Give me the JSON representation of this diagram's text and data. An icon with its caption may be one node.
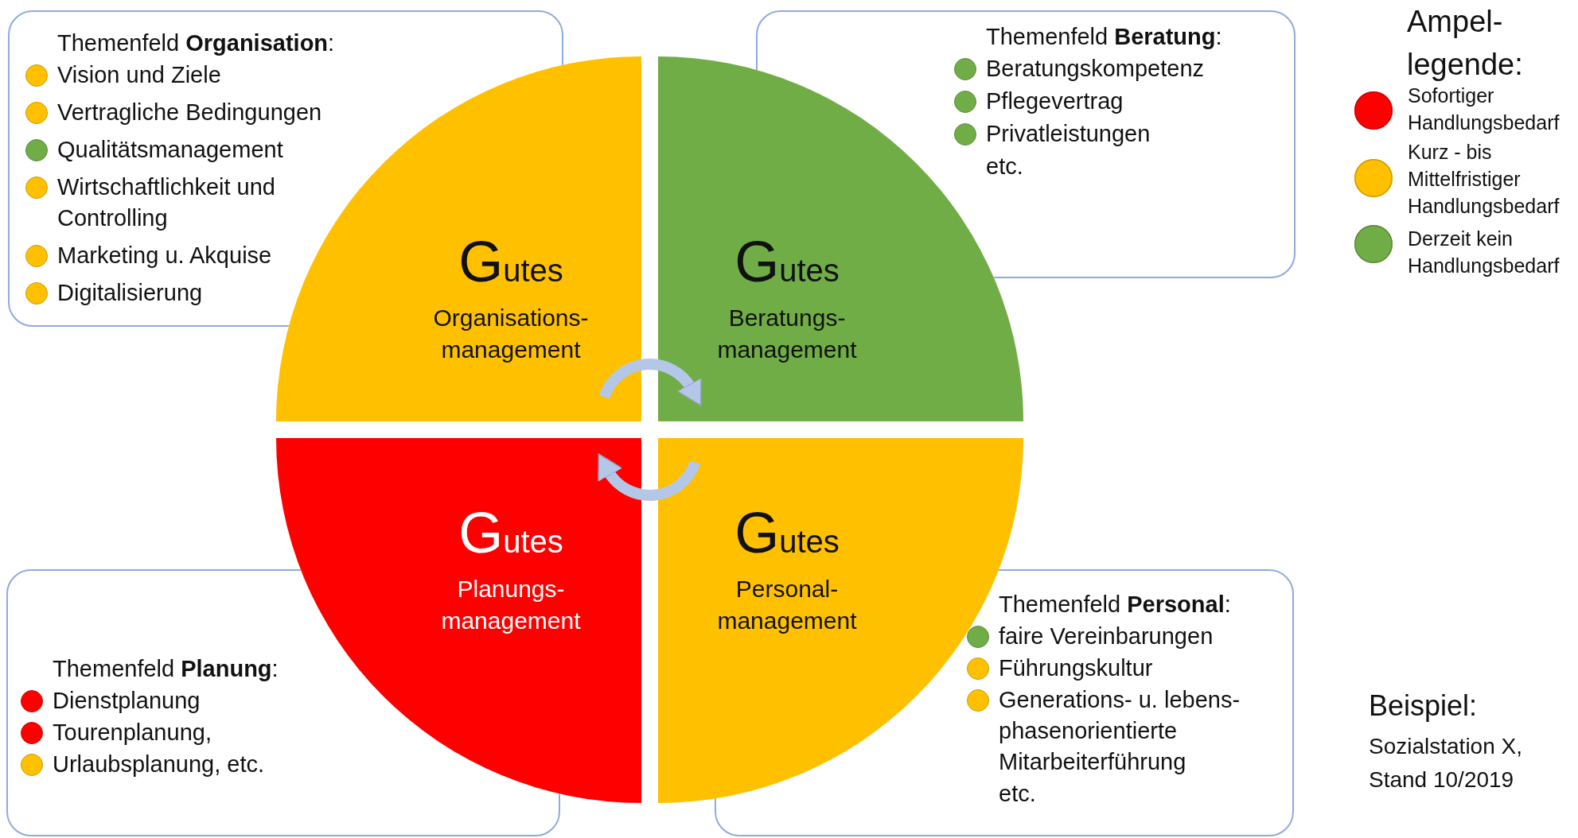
{
  "diagram": {
    "nodes": [
      {
        "text": [
          "Themenfeld **Organisation**:"
        ]
      },
      {
        "text": [
          "Vision und Ziele"
        ],
        "in": 0
      },
      {
        "text": [
          "Vertragliche Bedingungen"
        ],
        "in": 0
      },
      {
        "text": [
          "Qualitätsmanagement"
        ],
        "in": 0
      },
      {
        "text": [
          "Wirtschaftlichkeit und Controlling"
        ],
        "in": 0
      },
      {
        "text": [
          "Marketing u. Akquise"
        ],
        "in": 0
      },
      {
        "text": [
          "Digitalisierung"
        ],
        "in": 0
      },
      {
        "text": [
          "Themenfeld **Beratung**:"
        ]
      },
      {
        "text": [
          "Beratungskompetenz"
        ],
        "in": 7
      },
      {
        "text": [
          "Pflegevertrag"
        ],
        "in": 7
      },
      {
        "text": [
          "Privatleistungen"
        ],
        "in": 7
      },
      {
        "text": [
          "etc."
        ],
        "in": 7
      },
      {
        "text": [
          "Gutes",
          "Organisations- management"
        ]
      },
      {
        "text": [
          "Gutes",
          "Beratungs- management"
        ]
      },
      {
        "text": [
          "Gutes",
          "Planungs- management"
        ]
      },
      {
        "text": [
          "Gutes",
          "Personal- management"
        ]
      },
      {
        "text": [
          "Themenfeld **Planung**:"
        ]
      },
      {
        "text": [
          "Dienstplanung"
        ],
        "in": 16
      },
      {
        "text": [
          "Tourenplanung,"
        ],
        "in": 16
      },
      {
        "text": [
          "Urlaubsplanung, etc."
        ],
        "in": 16
      },
      {
        "text": [
          "Themenfeld **Personal**:"
        ]
      },
      {
        "text": [
          "faire Vereinbarungen"
        ],
        "in": 20
      },
      {
        "text": [
          "Führungskultur"
        ],
        "in": 20
      },
      {
        "text": [
          "Generations- u. lebens- phasenorientierte Mitarbeiterführung"
        ],
        "in": 20
      },
      {
        "text": [
          "etc."
        ],
        "in": 20
      }
    ],
    "edges": [
      {
        "from": 12,
        "to": 13,
        "arrow": "to"
      },
      {
        "from": 15,
        "to": 14,
        "arrow": "to"
      }
    ],
    "labels": [
      "Ampel- legende:",
      "Beispiel:",
      "Sozialstation X, Stand 10/2019"
    ],
    "legend": [
      {
        "text": "Sofortiger Handlungsbedarf",
        "color": "#ff0000"
      },
      {
        "text": "Kurz - bis Mittelfristiger Handlungsbedarf",
        "color": "#ffc000"
      },
      {
        "text": "Derzeit kein Handlungsbedarf",
        "color": "#70ad47"
      }
    ]
  }
}
